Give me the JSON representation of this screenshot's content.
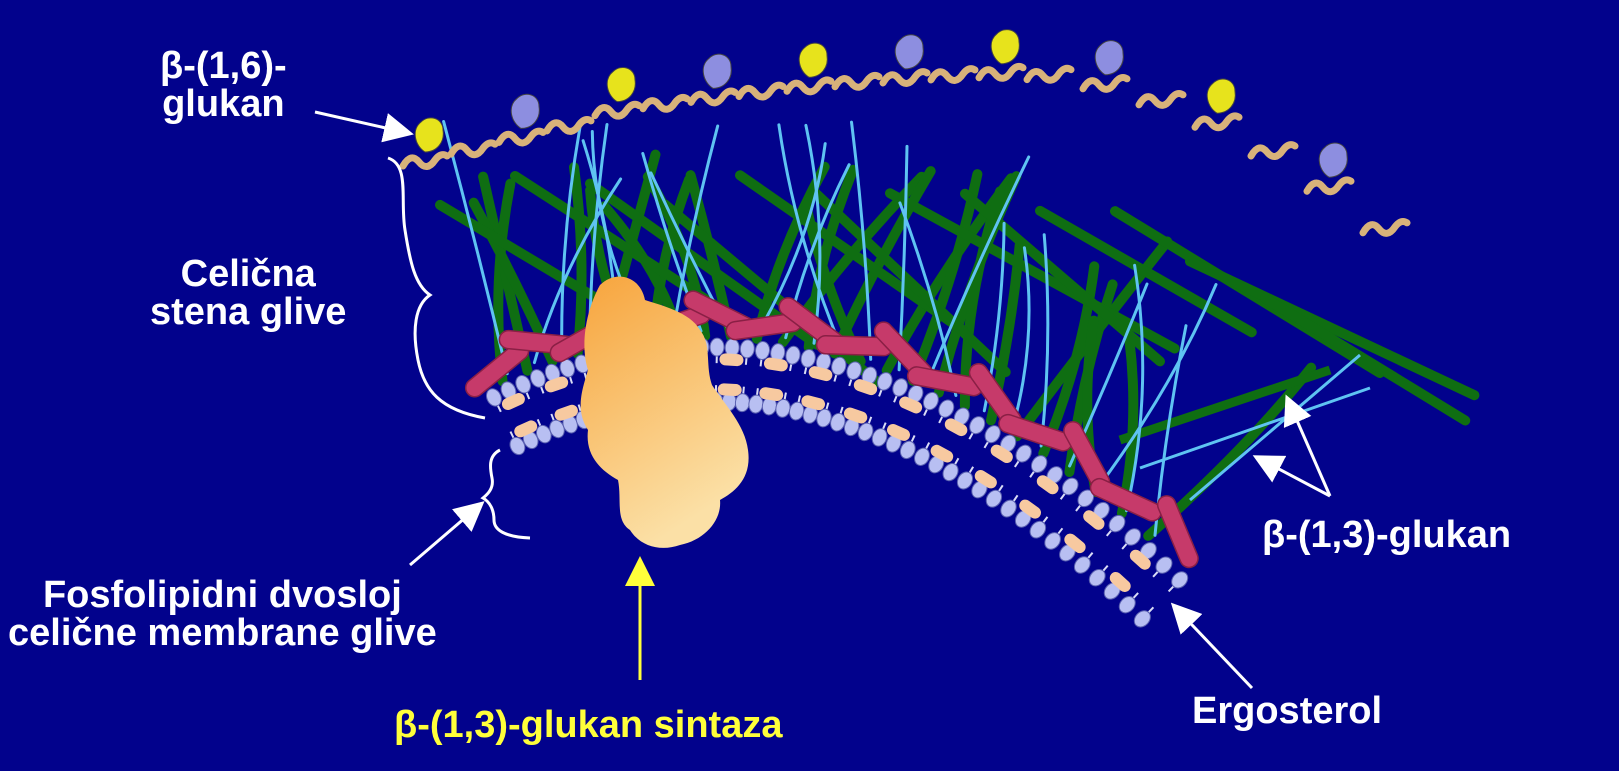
{
  "labels": {
    "beta16_line1": "β-(1,6)-",
    "beta16_line2": "glukan",
    "cell_wall_line1": "Celična",
    "cell_wall_line2": "stena glive",
    "phospholipid_line1": "Fosfolipidni dvosloj",
    "phospholipid_line2": "celične membrane glive",
    "synthase": "β-(1,3)-glukan sintaza",
    "ergosterol": "Ergosterol",
    "beta13": "β-(1,3)-glukan"
  },
  "colors": {
    "background": "#02028c",
    "label_text": "#ffffff",
    "synthase_text": "#ffff3a",
    "chitin_fibers": "#0f6e12",
    "glucan_fibers": "#5fc3f2",
    "mannoproteins": "#c63a6a",
    "glucan_synthase_enzyme": "#f8b550",
    "phospholipid_heads": "#b8bff2",
    "ergosterol_molecules": "#f7c9a0",
    "beta16_glucan_squiggles": "#d8b27a",
    "glycoprotein_yellow": "#e7e31c",
    "glycoprotein_blue": "#8d8ee0"
  }
}
